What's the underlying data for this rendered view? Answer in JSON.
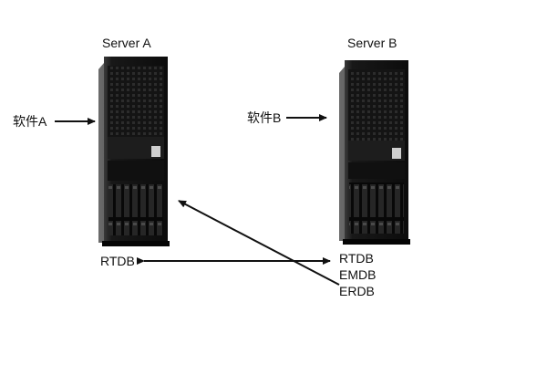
{
  "servers": [
    {
      "title": "Server A",
      "software": "软件A",
      "db": "RTDB"
    },
    {
      "title": "Server B",
      "software": "软件B",
      "db_list": [
        "RTDB",
        "EMDB",
        "ERDB"
      ]
    }
  ],
  "colors": {
    "background": "#ffffff",
    "server_body": "#151515",
    "server_dark": "#050505",
    "arrow": "#111111"
  }
}
